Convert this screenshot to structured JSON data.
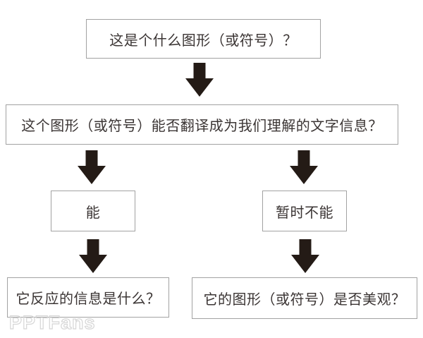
{
  "flowchart": {
    "nodes": [
      {
        "id": "q1",
        "label": "这是个什么图形（或符号）？"
      },
      {
        "id": "q2",
        "label": "这个图形（或符号）能否翻译成为我们理解的文字信息？"
      },
      {
        "id": "yes",
        "label": "能"
      },
      {
        "id": "no",
        "label": "暂时不能"
      },
      {
        "id": "yes-result",
        "label": "它反应的信息是什么？"
      },
      {
        "id": "no-result",
        "label": "它的图形（或符号）是否美观？"
      }
    ],
    "connectors": [
      {
        "from": "q1",
        "to": "q2",
        "type": "down-arrow"
      },
      {
        "from": "q2",
        "to": "yes",
        "type": "down-arrow"
      },
      {
        "from": "q2",
        "to": "no",
        "type": "down-arrow"
      },
      {
        "from": "yes",
        "to": "yes-result",
        "type": "down-arrow"
      },
      {
        "from": "no",
        "to": "no-result",
        "type": "down-arrow"
      }
    ]
  },
  "watermark": {
    "text": "PPTFans"
  },
  "colors": {
    "background": "#ffffff",
    "box_border": "#a2a2a2",
    "box_fill": "#ffffff",
    "text": "#3b3534",
    "arrow": "#241b16",
    "watermark_outline": "#d6d6d6"
  }
}
